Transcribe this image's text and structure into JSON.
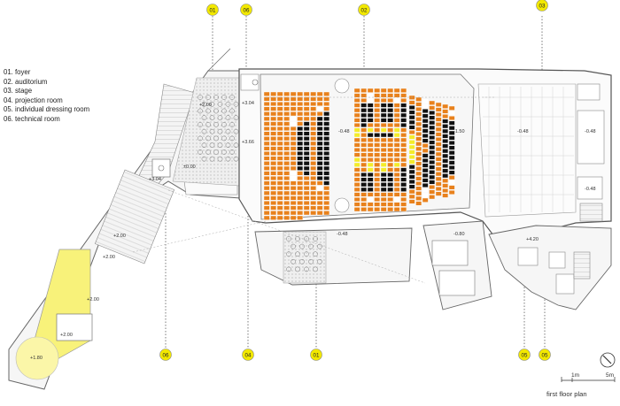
{
  "legend": [
    "01. foyer",
    "02. auditorium",
    "03. stage",
    "04. projection room",
    "05. individual dressing room",
    "06. technical room"
  ],
  "top_markers": [
    "01",
    "06",
    "02",
    "03"
  ],
  "bottom_markers": [
    "06",
    "04",
    "01",
    "05",
    "05"
  ],
  "levels": [
    "+2.00",
    "±0.00",
    "+3.04",
    "+3.66",
    "+3.04",
    "+2.00",
    "+2.00",
    "+2.00",
    "+2.00",
    "+1.80",
    "-0.48",
    "-1.50",
    "-0.48",
    "-0.48",
    "-0.48",
    "-0.48",
    "-0.80",
    "+4.20"
  ],
  "scale_labels": [
    "1m",
    "5m"
  ],
  "caption": "first floor plan",
  "colors": {
    "marker": "#f2e800",
    "seat": "#e8811c",
    "seat_dark": "#111111",
    "seat_yellow": "#f4ec2a",
    "foyer_strip": "#f8f27a",
    "hatch": "#d9d9d9",
    "line": "#777777"
  }
}
